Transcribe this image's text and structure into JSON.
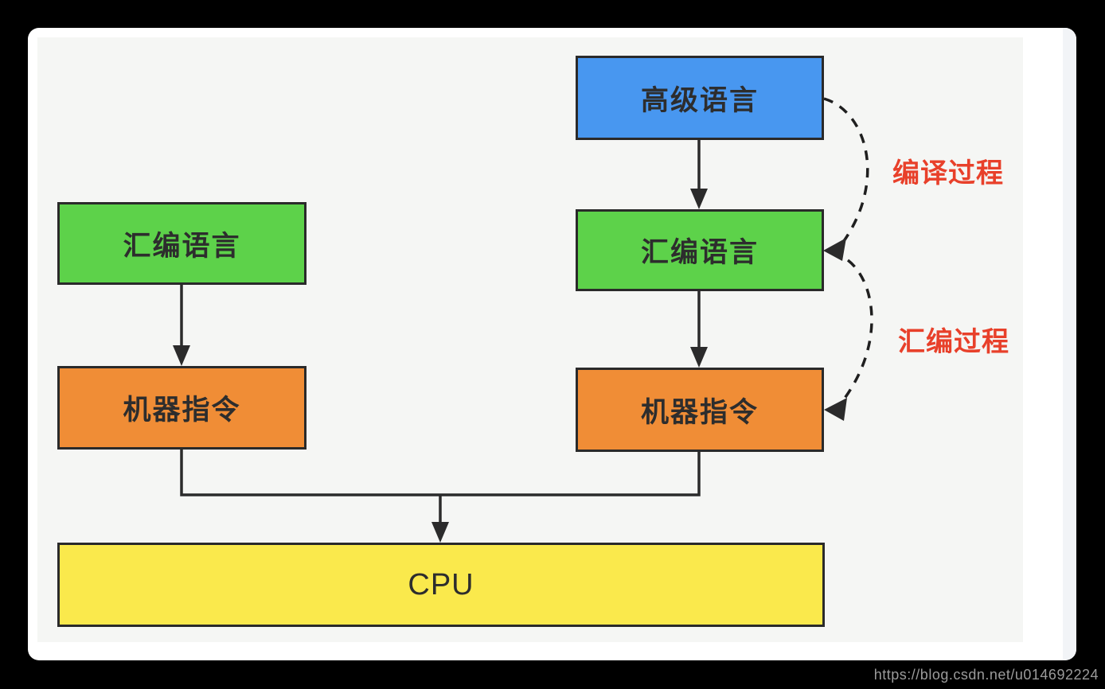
{
  "diagram": {
    "type": "flowchart",
    "left_column": {
      "boxes": [
        {
          "id": "assembly-language",
          "label": "汇编语言",
          "color": "#5dd24a"
        },
        {
          "id": "machine-instructions",
          "label": "机器指令",
          "color": "#f08d36"
        }
      ]
    },
    "right_column": {
      "boxes": [
        {
          "id": "high-level-language",
          "label": "高级语言",
          "color": "#4897f0"
        },
        {
          "id": "assembly-language",
          "label": "汇编语言",
          "color": "#5dd24a"
        },
        {
          "id": "machine-instructions",
          "label": "机器指令",
          "color": "#f08d36"
        }
      ]
    },
    "cpu": {
      "label": "CPU",
      "color": "#fae94c"
    },
    "process_labels": [
      {
        "id": "compile-process",
        "label": "编译过程",
        "color": "#e8402a"
      },
      {
        "id": "assemble-process",
        "label": "汇编过程",
        "color": "#e8402a"
      }
    ],
    "colors": {
      "box_border": "#2a2a2a",
      "box_text": "#2d2d2d",
      "arrow": "#2b2b2b",
      "annotation_red": "#e8402a",
      "canvas_background": "#f5f6f4",
      "card_background": "#ffffff",
      "outer_background": "#000000",
      "watermark_text": "#9b9b9b"
    }
  },
  "watermark": {
    "url_text": "https://blog.csdn.net/u014692224"
  }
}
